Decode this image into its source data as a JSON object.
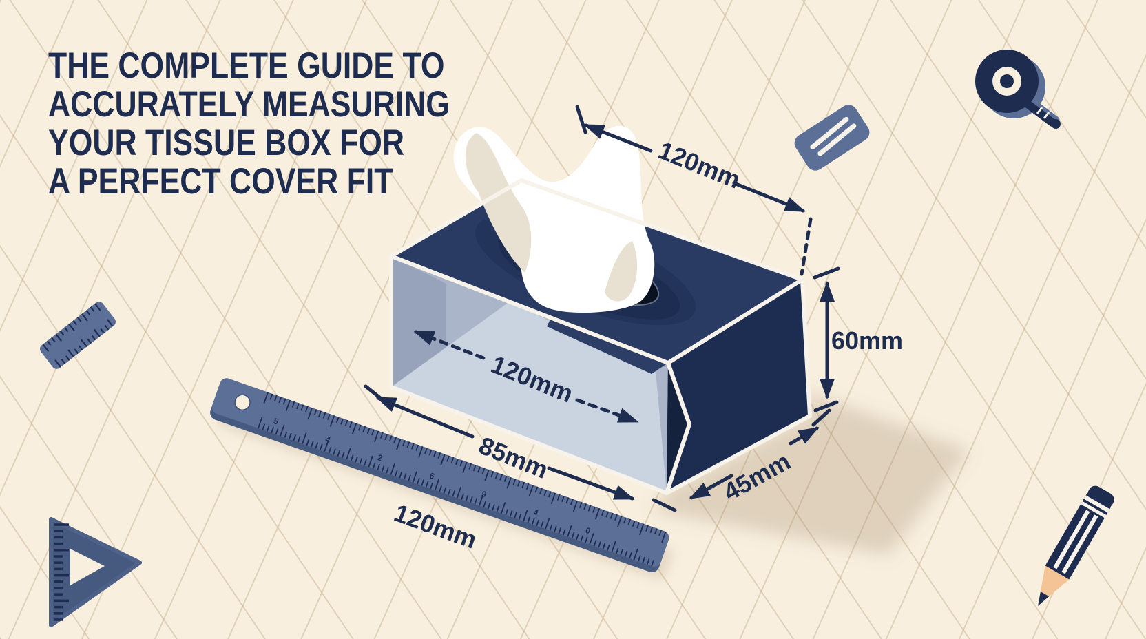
{
  "title": {
    "lines": [
      "THE COMPLETE GUIDE TO",
      "ACCURATELY MEASURING",
      "YOUR TISSUE BOX FOR",
      "A PERFECT COVER FIT"
    ]
  },
  "dimensions": {
    "top_width_label": "120mm",
    "height_label": "60mm",
    "depth_label": "45mm",
    "inner_length_label": "120mm",
    "opening_width_label": "85mm",
    "ruler_length_label": "120mm"
  },
  "ruler": {
    "digits": [
      "5",
      "4",
      "2",
      "6",
      "9",
      "4",
      "0"
    ]
  },
  "icons": [
    "tape-measure-icon",
    "eraser-icon",
    "mini-ruler-icon",
    "set-square-icon",
    "pencil-icon"
  ],
  "colors": {
    "background": "#f8efde",
    "navy": "#1e2c50",
    "navy_top": "#2a3b63",
    "navy_side": "#1d2d52",
    "slate": "#5c6f97",
    "slate_dark": "#46597f",
    "interior_floor": "#cad3e0",
    "edge_white": "#f7f3ea",
    "tissue": "#ffffff",
    "hole": "#0a1120",
    "wood": "#f4c396"
  }
}
